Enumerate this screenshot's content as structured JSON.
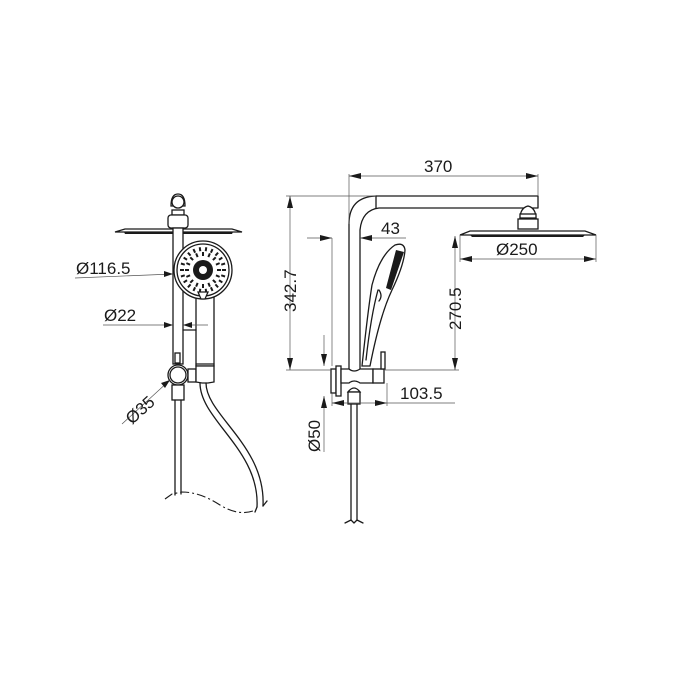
{
  "drawing": {
    "title": "Shower set technical drawing",
    "views": [
      "front-view",
      "side-view"
    ],
    "line_color": "#1a1a1a",
    "dimension_line_color": "#555555",
    "background": "#ffffff"
  },
  "front_view": {
    "dimensions": {
      "handshower_diameter": "Ø116.5",
      "rail_diameter": "Ø22",
      "diverter_diameter": "Ø35"
    }
  },
  "side_view": {
    "dimensions": {
      "arm_length": "370",
      "total_height": "342.7",
      "handshower_offset": "43",
      "overhead_diameter": "Ø250",
      "overhead_height": "270.5",
      "diverter_depth": "103.5",
      "diverter_diameter": "Ø50"
    }
  }
}
